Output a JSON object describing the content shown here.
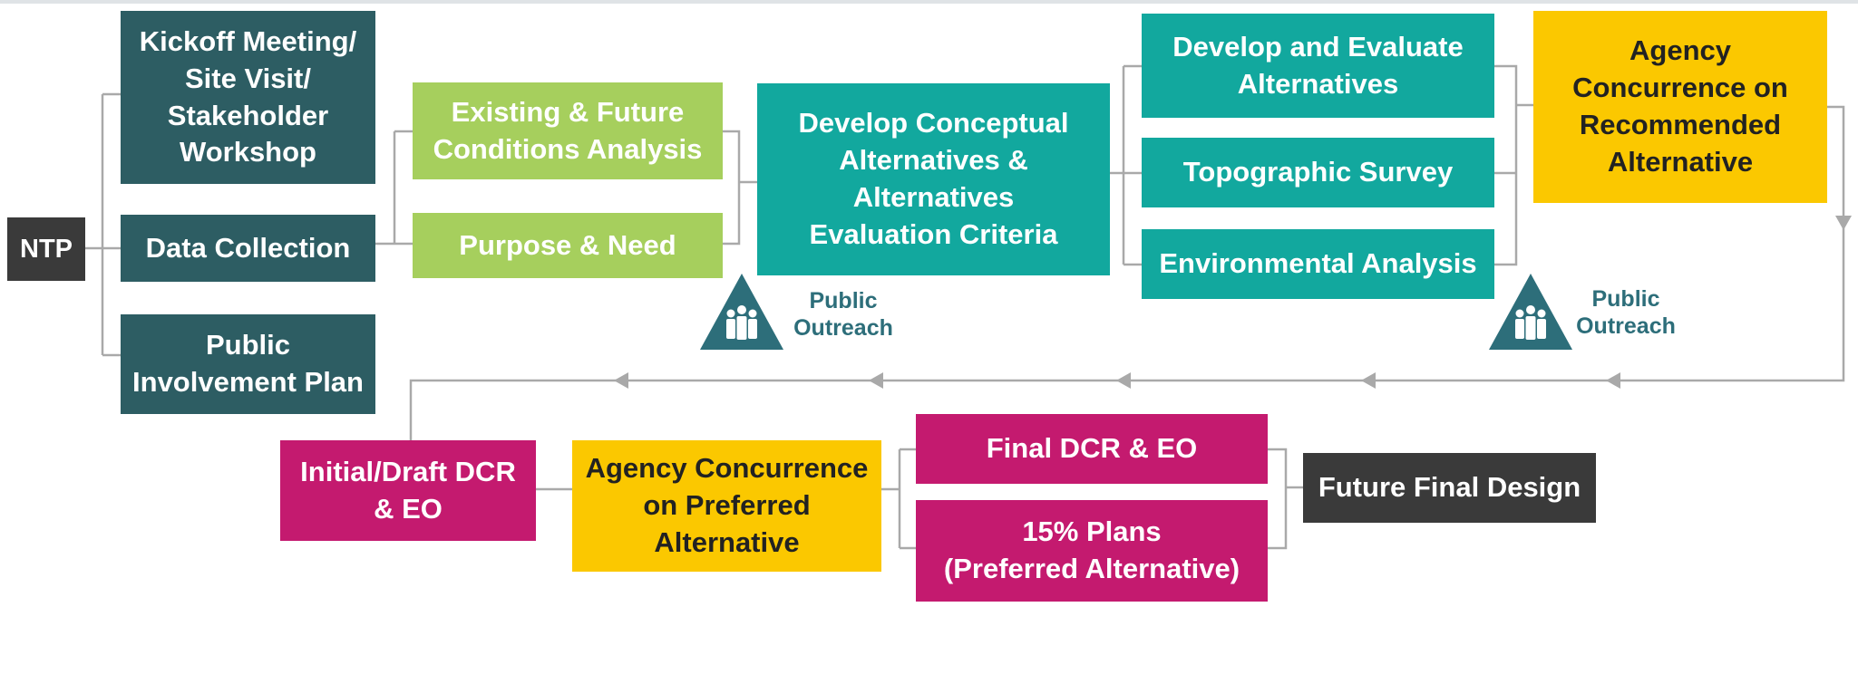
{
  "colors": {
    "dark_teal": "#2d5d63",
    "charcoal": "#3a3a3a",
    "light_green": "#a6cf5d",
    "teal": "#12a89e",
    "yellow": "#fbc800",
    "magenta": "#c41a6f",
    "connector_gray": "#a9a9a9",
    "outreach_teal": "#2d6e7a"
  },
  "nodes": {
    "ntp": "NTP",
    "kickoff": "Kickoff Meeting/\nSite Visit/\nStakeholder\nWorkshop",
    "data_collection": "Data Collection",
    "public_involvement": "Public\nInvolvement Plan",
    "existing_future": "Existing & Future\nConditions Analysis",
    "purpose_need": "Purpose & Need",
    "develop_conceptual": "Develop Conceptual\nAlternatives &\nAlternatives\nEvaluation Criteria",
    "develop_evaluate": "Develop and Evaluate\nAlternatives",
    "topographic": "Topographic Survey",
    "environmental": "Environmental Analysis",
    "agency_recommended": "Agency\nConcurrence on\nRecommended\nAlternative",
    "initial_draft": "Initial/Draft DCR\n& EO",
    "agency_preferred": "Agency Concurrence\non Preferred\nAlternative",
    "final_dcr": "Final DCR & EO",
    "plans_15": "15% Plans\n(Preferred Alternative)",
    "future_final": "Future Final Design"
  },
  "outreach": {
    "label": "Public\nOutreach",
    "icon": "people-group-triangle-icon"
  }
}
